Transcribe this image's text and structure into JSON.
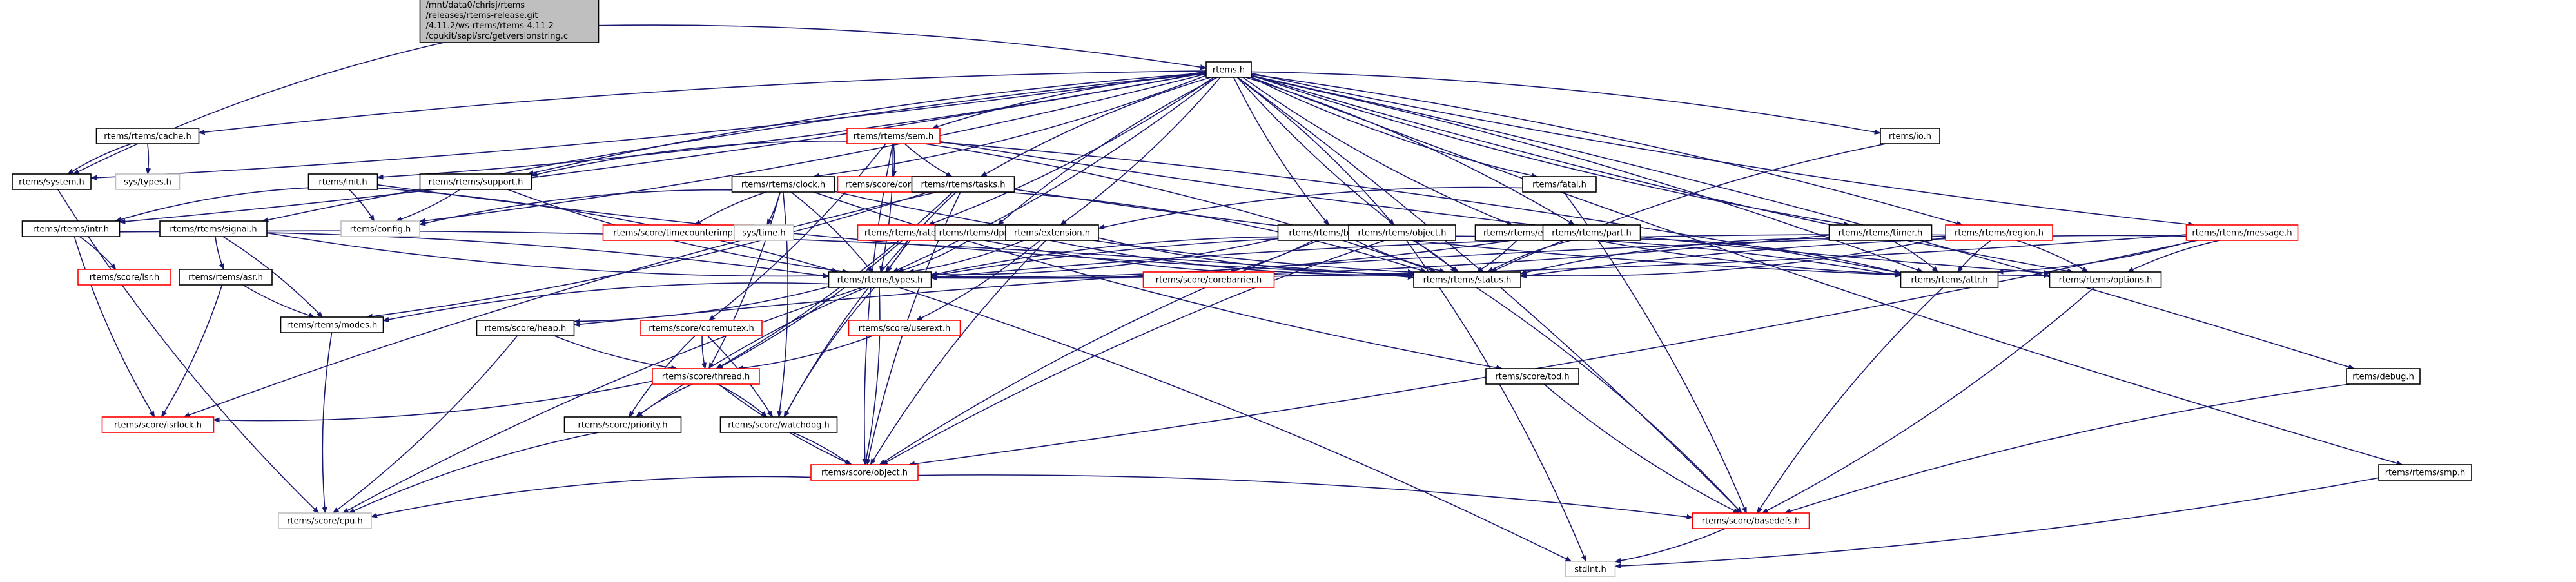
{
  "diagram": {
    "type": "include-dependency-graph",
    "colors": {
      "edge": "#191970",
      "normal_border": "#000000",
      "truncated_border": "#ff0000",
      "external_border": "#bfbfbf",
      "root_fill": "#bfbfbf",
      "node_fill": "#ffffff"
    },
    "nodes": [
      {
        "id": "root",
        "lines": [
          "/mnt/data0/chrisj/rtems",
          "/releases/rtems-release.git",
          "/4.11.2/ws-rtems/rtems-4.11.2",
          "/cpukit/sapi/src/getversionstring.c"
        ],
        "kind": "root"
      },
      {
        "id": "rtems_h",
        "label": "rtems.h",
        "kind": "normal"
      },
      {
        "id": "system_h",
        "label": "rtems/system.h",
        "kind": "normal"
      },
      {
        "id": "sys_types_h",
        "label": "sys/types.h",
        "kind": "external"
      },
      {
        "id": "cache_h",
        "label": "rtems/rtems/cache.h",
        "kind": "normal"
      },
      {
        "id": "init_h",
        "label": "rtems/init.h",
        "kind": "normal"
      },
      {
        "id": "support_h",
        "label": "rtems/rtems/support.h",
        "kind": "normal"
      },
      {
        "id": "config_h",
        "label": "rtems/config.h",
        "kind": "external"
      },
      {
        "id": "intr_h",
        "label": "rtems/rtems/intr.h",
        "kind": "normal"
      },
      {
        "id": "signal_h",
        "label": "rtems/rtems/signal.h",
        "kind": "normal"
      },
      {
        "id": "isr_h",
        "label": "rtems/score/isr.h",
        "kind": "truncated"
      },
      {
        "id": "asr_h",
        "label": "rtems/rtems/asr.h",
        "kind": "normal"
      },
      {
        "id": "modes_h",
        "label": "rtems/rtems/modes.h",
        "kind": "normal"
      },
      {
        "id": "isrlock_h",
        "label": "rtems/score/isrlock.h",
        "kind": "truncated"
      },
      {
        "id": "cpu_h",
        "label": "rtems/score/cpu.h",
        "kind": "external"
      },
      {
        "id": "sem_h",
        "label": "rtems/rtems/sem.h",
        "kind": "truncated"
      },
      {
        "id": "clock_h",
        "label": "rtems/rtems/clock.h",
        "kind": "normal"
      },
      {
        "id": "coresem_h",
        "label": "rtems/score/coresem.h",
        "kind": "truncated"
      },
      {
        "id": "tasks_h",
        "label": "rtems/rtems/tasks.h",
        "kind": "normal"
      },
      {
        "id": "timecounterimpl_h",
        "label": "rtems/score/timecounterimpl.h",
        "kind": "truncated"
      },
      {
        "id": "sys_time_h",
        "label": "sys/time.h",
        "kind": "external"
      },
      {
        "id": "ratemon_h",
        "label": "rtems/rtems/ratemon.h",
        "kind": "truncated"
      },
      {
        "id": "dpmem_h",
        "label": "rtems/rtems/dpmem.h",
        "kind": "normal"
      },
      {
        "id": "extension_h",
        "label": "rtems/extension.h",
        "kind": "normal"
      },
      {
        "id": "barrier_h",
        "label": "rtems/rtems/barrier.h",
        "kind": "normal"
      },
      {
        "id": "object_rtems_h",
        "label": "rtems/rtems/object.h",
        "kind": "normal"
      },
      {
        "id": "event_h",
        "label": "rtems/rtems/event.h",
        "kind": "normal"
      },
      {
        "id": "part_h",
        "label": "rtems/rtems/part.h",
        "kind": "normal"
      },
      {
        "id": "fatal_h",
        "label": "rtems/fatal.h",
        "kind": "normal"
      },
      {
        "id": "io_h",
        "label": "rtems/io.h",
        "kind": "normal"
      },
      {
        "id": "timer_h",
        "label": "rtems/rtems/timer.h",
        "kind": "normal"
      },
      {
        "id": "region_h",
        "label": "rtems/rtems/region.h",
        "kind": "truncated"
      },
      {
        "id": "message_h",
        "label": "rtems/rtems/message.h",
        "kind": "truncated"
      },
      {
        "id": "debug_h",
        "label": "rtems/debug.h",
        "kind": "normal"
      },
      {
        "id": "smp_h",
        "label": "rtems/rtems/smp.h",
        "kind": "normal"
      },
      {
        "id": "types_h",
        "label": "rtems/rtems/types.h",
        "kind": "normal"
      },
      {
        "id": "corebarrier_h",
        "label": "rtems/score/corebarrier.h",
        "kind": "truncated"
      },
      {
        "id": "status_h",
        "label": "rtems/rtems/status.h",
        "kind": "normal"
      },
      {
        "id": "attr_h",
        "label": "rtems/rtems/attr.h",
        "kind": "normal"
      },
      {
        "id": "options_h",
        "label": "rtems/rtems/options.h",
        "kind": "normal"
      },
      {
        "id": "heap_h",
        "label": "rtems/score/heap.h",
        "kind": "normal"
      },
      {
        "id": "coremutex_h",
        "label": "rtems/score/coremutex.h",
        "kind": "truncated"
      },
      {
        "id": "userext_h",
        "label": "rtems/score/userext.h",
        "kind": "truncated"
      },
      {
        "id": "thread_h",
        "label": "rtems/score/thread.h",
        "kind": "truncated"
      },
      {
        "id": "priority_h",
        "label": "rtems/score/priority.h",
        "kind": "normal"
      },
      {
        "id": "watchdog_h",
        "label": "rtems/score/watchdog.h",
        "kind": "normal"
      },
      {
        "id": "tod_h",
        "label": "rtems/score/tod.h",
        "kind": "normal"
      },
      {
        "id": "object_score_h",
        "label": "rtems/score/object.h",
        "kind": "truncated"
      },
      {
        "id": "basedefs_h",
        "label": "rtems/score/basedefs.h",
        "kind": "truncated"
      },
      {
        "id": "stdint_h",
        "label": "stdint.h",
        "kind": "external"
      }
    ],
    "edges": [
      [
        "root",
        "rtems_h"
      ],
      [
        "root",
        "system_h"
      ],
      [
        "rtems_h",
        "system_h"
      ],
      [
        "rtems_h",
        "cache_h"
      ],
      [
        "rtems_h",
        "intr_h"
      ],
      [
        "rtems_h",
        "signal_h"
      ],
      [
        "rtems_h",
        "init_h"
      ],
      [
        "rtems_h",
        "support_h"
      ],
      [
        "rtems_h",
        "config_h"
      ],
      [
        "rtems_h",
        "sem_h"
      ],
      [
        "rtems_h",
        "clock_h"
      ],
      [
        "rtems_h",
        "tasks_h"
      ],
      [
        "rtems_h",
        "ratemon_h"
      ],
      [
        "rtems_h",
        "dpmem_h"
      ],
      [
        "rtems_h",
        "extension_h"
      ],
      [
        "rtems_h",
        "barrier_h"
      ],
      [
        "rtems_h",
        "object_rtems_h"
      ],
      [
        "rtems_h",
        "event_h"
      ],
      [
        "rtems_h",
        "part_h"
      ],
      [
        "rtems_h",
        "fatal_h"
      ],
      [
        "rtems_h",
        "io_h"
      ],
      [
        "rtems_h",
        "timer_h"
      ],
      [
        "rtems_h",
        "region_h"
      ],
      [
        "rtems_h",
        "message_h"
      ],
      [
        "rtems_h",
        "debug_h"
      ],
      [
        "rtems_h",
        "smp_h"
      ],
      [
        "rtems_h",
        "types_h"
      ],
      [
        "rtems_h",
        "status_h"
      ],
      [
        "rtems_h",
        "attr_h"
      ],
      [
        "rtems_h",
        "options_h"
      ],
      [
        "rtems_h",
        "basedefs_h"
      ],
      [
        "cache_h",
        "system_h"
      ],
      [
        "cache_h",
        "sys_types_h"
      ],
      [
        "system_h",
        "cpu_h"
      ],
      [
        "init_h",
        "config_h"
      ],
      [
        "init_h",
        "intr_h"
      ],
      [
        "init_h",
        "types_h"
      ],
      [
        "init_h",
        "status_h"
      ],
      [
        "support_h",
        "config_h"
      ],
      [
        "support_h",
        "types_h"
      ],
      [
        "intr_h",
        "isr_h"
      ],
      [
        "intr_h",
        "isrlock_h"
      ],
      [
        "intr_h",
        "types_h"
      ],
      [
        "signal_h",
        "asr_h"
      ],
      [
        "signal_h",
        "modes_h"
      ],
      [
        "signal_h",
        "types_h"
      ],
      [
        "signal_h",
        "status_h"
      ],
      [
        "asr_h",
        "modes_h"
      ],
      [
        "asr_h",
        "isrlock_h"
      ],
      [
        "modes_h",
        "cpu_h"
      ],
      [
        "sem_h",
        "coresem_h"
      ],
      [
        "sem_h",
        "tasks_h"
      ],
      [
        "sem_h",
        "types_h"
      ],
      [
        "sem_h",
        "support_h"
      ],
      [
        "sem_h",
        "attr_h"
      ],
      [
        "sem_h",
        "options_h"
      ],
      [
        "sem_h",
        "status_h"
      ],
      [
        "sem_h",
        "object_score_h"
      ],
      [
        "sem_h",
        "coremutex_h"
      ],
      [
        "clock_h",
        "timecounterimpl_h"
      ],
      [
        "clock_h",
        "sys_time_h"
      ],
      [
        "clock_h",
        "config_h"
      ],
      [
        "clock_h",
        "types_h"
      ],
      [
        "clock_h",
        "status_h"
      ],
      [
        "clock_h",
        "watchdog_h"
      ],
      [
        "clock_h",
        "tod_h"
      ],
      [
        "clock_h",
        "thread_h"
      ],
      [
        "tasks_h",
        "types_h"
      ],
      [
        "tasks_h",
        "status_h"
      ],
      [
        "tasks_h",
        "attr_h"
      ],
      [
        "tasks_h",
        "thread_h"
      ],
      [
        "tasks_h",
        "object_score_h"
      ],
      [
        "tasks_h",
        "modes_h"
      ],
      [
        "tasks_h",
        "isrlock_h"
      ],
      [
        "ratemon_h",
        "types_h"
      ],
      [
        "ratemon_h",
        "status_h"
      ],
      [
        "ratemon_h",
        "thread_h"
      ],
      [
        "ratemon_h",
        "watchdog_h"
      ],
      [
        "dpmem_h",
        "types_h"
      ],
      [
        "dpmem_h",
        "status_h"
      ],
      [
        "extension_h",
        "types_h"
      ],
      [
        "extension_h",
        "status_h"
      ],
      [
        "extension_h",
        "userext_h"
      ],
      [
        "extension_h",
        "object_score_h"
      ],
      [
        "barrier_h",
        "types_h"
      ],
      [
        "barrier_h",
        "status_h"
      ],
      [
        "barrier_h",
        "corebarrier_h"
      ],
      [
        "barrier_h",
        "object_score_h"
      ],
      [
        "barrier_h",
        "attr_h"
      ],
      [
        "object_rtems_h",
        "types_h"
      ],
      [
        "object_rtems_h",
        "status_h"
      ],
      [
        "object_rtems_h",
        "object_score_h"
      ],
      [
        "object_rtems_h",
        "stdint_h"
      ],
      [
        "event_h",
        "types_h"
      ],
      [
        "event_h",
        "status_h"
      ],
      [
        "event_h",
        "options_h"
      ],
      [
        "part_h",
        "types_h"
      ],
      [
        "part_h",
        "status_h"
      ],
      [
        "part_h",
        "attr_h"
      ],
      [
        "fatal_h",
        "extension_h"
      ],
      [
        "fatal_h",
        "basedefs_h"
      ],
      [
        "io_h",
        "status_h"
      ],
      [
        "timer_h",
        "types_h"
      ],
      [
        "timer_h",
        "status_h"
      ],
      [
        "timer_h",
        "attr_h"
      ],
      [
        "region_h",
        "types_h"
      ],
      [
        "region_h",
        "status_h"
      ],
      [
        "region_h",
        "attr_h"
      ],
      [
        "region_h",
        "options_h"
      ],
      [
        "region_h",
        "heap_h"
      ],
      [
        "message_h",
        "types_h"
      ],
      [
        "message_h",
        "status_h"
      ],
      [
        "message_h",
        "attr_h"
      ],
      [
        "message_h",
        "options_h"
      ],
      [
        "message_h",
        "object_score_h"
      ],
      [
        "types_h",
        "modes_h"
      ],
      [
        "types_h",
        "heap_h"
      ],
      [
        "types_h",
        "watchdog_h"
      ],
      [
        "types_h",
        "object_score_h"
      ],
      [
        "types_h",
        "priority_h"
      ],
      [
        "types_h",
        "stdint_h"
      ],
      [
        "types_h",
        "cpu_h"
      ],
      [
        "status_h",
        "basedefs_h"
      ],
      [
        "attr_h",
        "basedefs_h"
      ],
      [
        "options_h",
        "basedefs_h"
      ],
      [
        "heap_h",
        "thread_h"
      ],
      [
        "heap_h",
        "cpu_h"
      ],
      [
        "coremutex_h",
        "thread_h"
      ],
      [
        "coremutex_h",
        "watchdog_h"
      ],
      [
        "coremutex_h",
        "priority_h"
      ],
      [
        "userext_h",
        "thread_h"
      ],
      [
        "thread_h",
        "priority_h"
      ],
      [
        "thread_h",
        "watchdog_h"
      ],
      [
        "thread_h",
        "object_score_h"
      ],
      [
        "thread_h",
        "isrlock_h"
      ],
      [
        "priority_h",
        "cpu_h"
      ],
      [
        "watchdog_h",
        "object_score_h"
      ],
      [
        "tod_h",
        "basedefs_h"
      ],
      [
        "object_score_h",
        "basedefs_h"
      ],
      [
        "object_score_h",
        "cpu_h"
      ],
      [
        "basedefs_h",
        "stdint_h"
      ],
      [
        "debug_h",
        "basedefs_h"
      ],
      [
        "smp_h",
        "stdint_h"
      ]
    ]
  }
}
